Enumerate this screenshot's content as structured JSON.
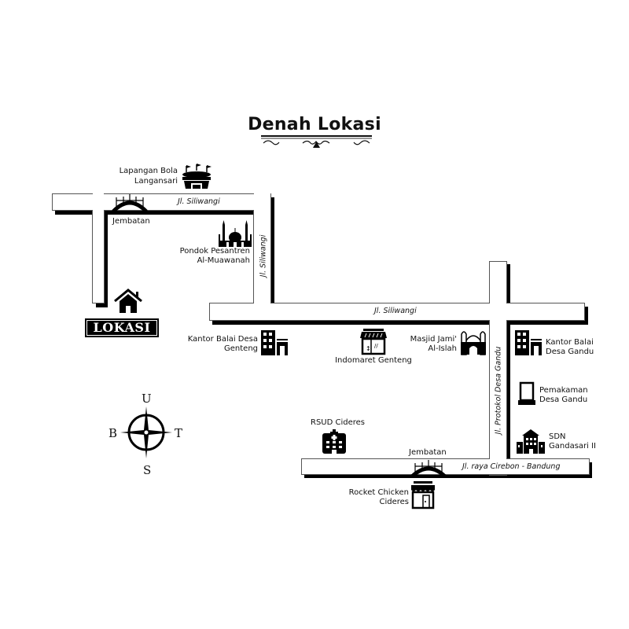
{
  "title": "Denah Lokasi",
  "location_label": "LOKASI",
  "streets": {
    "top": "Jl. Siliwangi",
    "vertical": "Jl. Siliwangi",
    "main": "Jl. Siliwangi",
    "protokol": "Jl. Protokol Desa Gandu",
    "bottom": "Jl. raya Cirebon - Bandung"
  },
  "landmarks": {
    "stadium": [
      "Lapangan Bola",
      "Langansari"
    ],
    "bridge_top": "Jembatan",
    "pesantren": [
      "Pondok Pesantren",
      "Al-Muawanah"
    ],
    "kantor_genteng": [
      "Kantor Balai Desa",
      "Genteng"
    ],
    "indomaret": "Indomaret Genteng",
    "masjid": [
      "Masjid Jami'",
      "Al-Islah"
    ],
    "kantor_gandu": [
      "Kantor Balai",
      "Desa Gandu"
    ],
    "pemakaman": [
      "Pemakaman",
      "Desa Gandu"
    ],
    "sdn": [
      "SDN",
      "Gandasari II"
    ],
    "rsud": "RSUD Cideres",
    "bridge_bottom": "Jembatan",
    "rocket": [
      "Rocket Chicken",
      "Cideres"
    ]
  },
  "compass": {
    "north": "U",
    "south": "S",
    "west": "B",
    "east": "T"
  }
}
